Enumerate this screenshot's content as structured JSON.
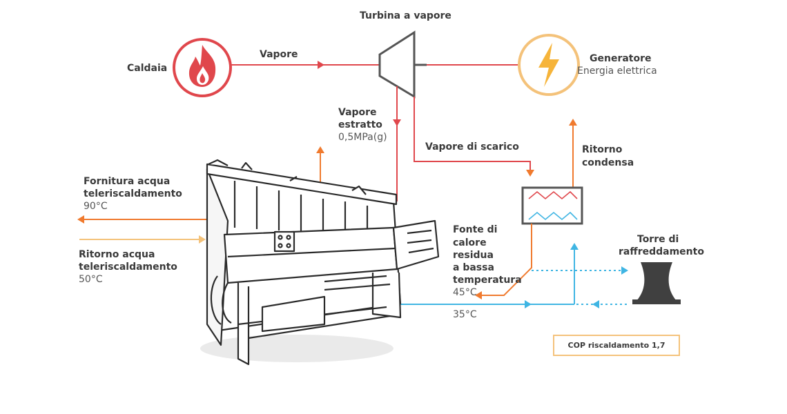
{
  "labels": {
    "turbine": "Turbina a vapore",
    "boiler": "Caldaia",
    "steam": "Vapore",
    "generator": "Generatore",
    "electric_energy": "Energia elettrica",
    "extracted_steam_1": "Vapore",
    "extracted_steam_2": "estratto",
    "extracted_pressure": "0,5MPa(g)",
    "exhaust_steam": "Vapore di scarico",
    "condensate_return_1": "Ritorno",
    "condensate_return_2": "condensa",
    "supply_1": "Fornitura acqua",
    "supply_2": "teleriscaldamento",
    "supply_temp": "90°C",
    "return_1": "Ritorno acqua",
    "return_2": "teleriscaldamento",
    "return_temp": "50°C",
    "waste_heat_1": "Fonte di",
    "waste_heat_2": "calore",
    "waste_heat_3": "residua",
    "waste_heat_4": "a bassa",
    "waste_heat_5": "temperatura",
    "temp_45": "45°C",
    "temp_35": "35°C",
    "cooling_tower_1": "Torre di",
    "cooling_tower_2": "raffreddamento",
    "cop": "COP riscaldamento 1,7"
  },
  "colors": {
    "steam_red": "#e0474c",
    "orange": "#f07a2e",
    "yellow": "#f4c27a",
    "cyan": "#3fb5e3",
    "dark": "#404040"
  },
  "icons": [
    "flame-icon",
    "lightning-icon",
    "turbine-icon",
    "heat-exchanger-icon",
    "cooling-tower-icon",
    "heat-pump-machine"
  ]
}
